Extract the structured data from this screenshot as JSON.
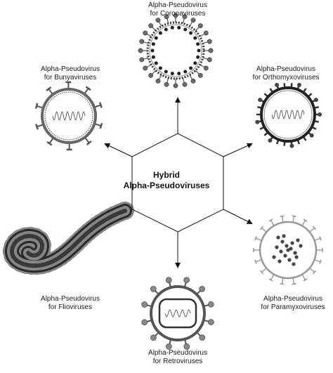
{
  "center": {
    "line1": "Hybrid",
    "line2": "Alpha-Pseudoviruses"
  },
  "viruses": [
    {
      "id": "coronaviruses",
      "line1": "Alpha-Pseudovirus",
      "line2": "for Coronaviruses"
    },
    {
      "id": "bunyaviruses",
      "line1": "Alpha-Pseudovirus",
      "line2": "for Bunyaviruses"
    },
    {
      "id": "orthomyxoviruses",
      "line1": "Alpha-Pseudovirus",
      "line2": "for Orthomyxoviruses"
    },
    {
      "id": "filoviruses",
      "line1": "Alpha-Pseudovirus",
      "line2": "for Flioviruses"
    },
    {
      "id": "paramyxoviruses",
      "line1": "Alpha-Pseudovirus",
      "line2": "for Paramyxoviruses"
    },
    {
      "id": "retroviruses",
      "line1": "Alpha-Pseudovirus",
      "line2": "for Retroviruses"
    }
  ]
}
